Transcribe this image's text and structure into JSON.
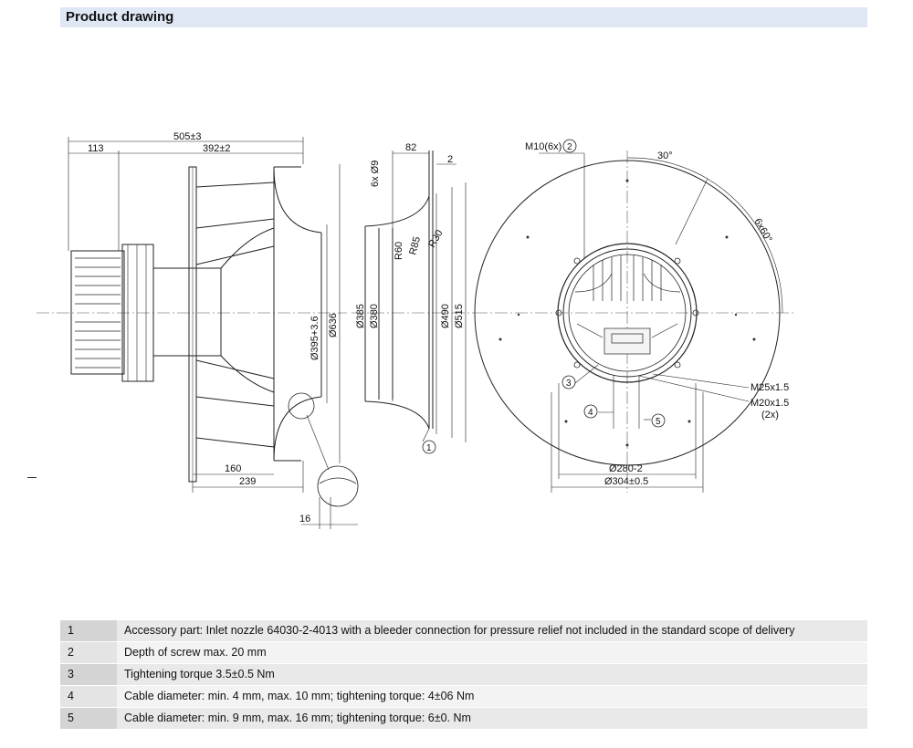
{
  "header": {
    "title": "Product drawing"
  },
  "drawing": {
    "side_view": {
      "dims": {
        "overall_length": "505±3",
        "motor_length": "113",
        "impeller_length": "392±2",
        "dia_395": "Ø395+3.6",
        "dia_636": "Ø636",
        "len_160": "160",
        "len_239": "239",
        "len_16": "16"
      }
    },
    "nozzle_view": {
      "dims": {
        "width_82": "82",
        "gap_2": "2",
        "holes": "6x Ø9",
        "r60": "R60",
        "r85": "R85",
        "r30": "R30",
        "dia_385": "Ø385",
        "dia_380": "Ø380",
        "dia_490": "Ø490",
        "dia_515": "Ø515"
      },
      "callout": "1"
    },
    "front_view": {
      "dims": {
        "thread_m10": "M10(6x)",
        "angle_30": "30°",
        "angle_6x60": "6x60°",
        "m25": "M25x1.5",
        "m20": "M20x1.5",
        "m20_count": "(2x)",
        "dia_280": "Ø280-2",
        "dia_304": "Ø304±0.5"
      },
      "callouts": {
        "c2": "2",
        "c3": "3",
        "c4": "4",
        "c5": "5"
      }
    }
  },
  "notes": [
    {
      "num": "1",
      "text": "Accessory part: Inlet nozzle 64030-2-4013 with a bleeder connection for pressure relief not included in the standard scope of delivery"
    },
    {
      "num": "2",
      "text": "Depth of screw max. 20 mm"
    },
    {
      "num": "3",
      "text": "Tightening torque 3.5±0.5 Nm"
    },
    {
      "num": "4",
      "text": "Cable diameter: min. 4 mm, max. 10 mm; tightening torque: 4±06 Nm"
    },
    {
      "num": "5",
      "text": "Cable diameter: min. 9 mm, max. 16 mm; tightening torque: 6±0. Nm"
    }
  ]
}
